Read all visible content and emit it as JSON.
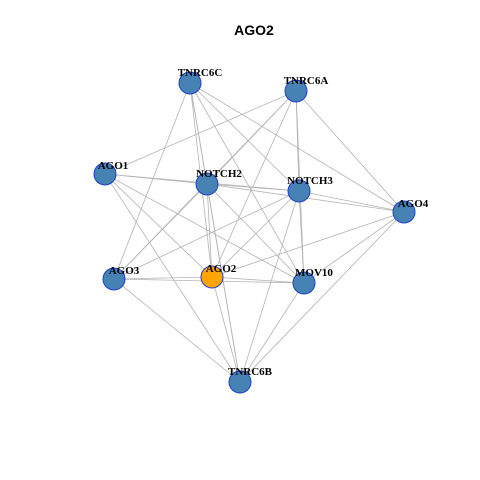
{
  "title": "AGO2",
  "colors": {
    "node_fill": "#4682b4",
    "highlight_fill": "#ffa500",
    "node_border": "#1f3fcf",
    "edge": "#b3b3b3"
  },
  "nodes": [
    {
      "id": "TNRC6C",
      "label": "TNRC6C",
      "highlight": false
    },
    {
      "id": "TNRC6A",
      "label": "TNRC6A",
      "highlight": false
    },
    {
      "id": "AGO1",
      "label": "AGO1",
      "highlight": false
    },
    {
      "id": "NOTCH2",
      "label": "NOTCH2",
      "highlight": false
    },
    {
      "id": "NOTCH3",
      "label": "NOTCH3",
      "highlight": false
    },
    {
      "id": "AGO4",
      "label": "AGO4",
      "highlight": false
    },
    {
      "id": "AGO3",
      "label": "AGO3",
      "highlight": false
    },
    {
      "id": "AGO2",
      "label": "AGO2",
      "highlight": true
    },
    {
      "id": "MOV10",
      "label": "MOV10",
      "highlight": false
    },
    {
      "id": "TNRC6B",
      "label": "TNRC6B",
      "highlight": false
    }
  ],
  "edges": [
    [
      "TNRC6C",
      "NOTCH2"
    ],
    [
      "TNRC6C",
      "NOTCH3"
    ],
    [
      "TNRC6C",
      "AGO4"
    ],
    [
      "TNRC6C",
      "AGO2"
    ],
    [
      "TNRC6C",
      "MOV10"
    ],
    [
      "TNRC6C",
      "AGO3"
    ],
    [
      "TNRC6C",
      "TNRC6B"
    ],
    [
      "TNRC6A",
      "AGO1"
    ],
    [
      "TNRC6A",
      "NOTCH2"
    ],
    [
      "TNRC6A",
      "NOTCH3"
    ],
    [
      "TNRC6A",
      "AGO4"
    ],
    [
      "TNRC6A",
      "AGO2"
    ],
    [
      "TNRC6A",
      "AGO3"
    ],
    [
      "TNRC6A",
      "MOV10"
    ],
    [
      "AGO1",
      "NOTCH2"
    ],
    [
      "AGO1",
      "NOTCH3"
    ],
    [
      "AGO1",
      "AGO2"
    ],
    [
      "AGO1",
      "MOV10"
    ],
    [
      "AGO1",
      "TNRC6B"
    ],
    [
      "NOTCH2",
      "NOTCH3"
    ],
    [
      "NOTCH2",
      "AGO4"
    ],
    [
      "NOTCH2",
      "AGO3"
    ],
    [
      "NOTCH2",
      "AGO2"
    ],
    [
      "NOTCH2",
      "MOV10"
    ],
    [
      "NOTCH2",
      "TNRC6B"
    ],
    [
      "NOTCH3",
      "AGO4"
    ],
    [
      "NOTCH3",
      "AGO3"
    ],
    [
      "NOTCH3",
      "AGO2"
    ],
    [
      "NOTCH3",
      "MOV10"
    ],
    [
      "NOTCH3",
      "TNRC6B"
    ],
    [
      "AGO4",
      "AGO2"
    ],
    [
      "AGO4",
      "MOV10"
    ],
    [
      "AGO4",
      "TNRC6B"
    ],
    [
      "AGO3",
      "AGO2"
    ],
    [
      "AGO3",
      "MOV10"
    ],
    [
      "AGO3",
      "TNRC6B"
    ],
    [
      "AGO2",
      "MOV10"
    ],
    [
      "AGO2",
      "TNRC6B"
    ],
    [
      "MOV10",
      "TNRC6B"
    ]
  ]
}
